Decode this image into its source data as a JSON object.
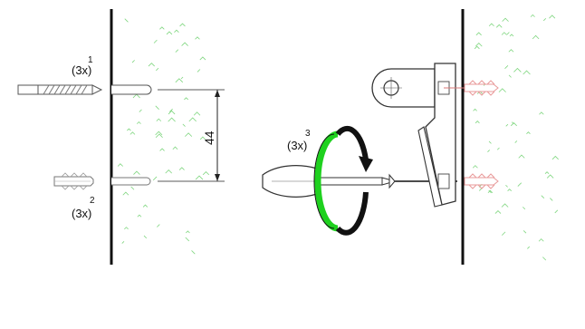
{
  "callouts": {
    "step1": {
      "number": "1",
      "qty": "(3x)"
    },
    "step2": {
      "number": "2",
      "qty": "(3x)"
    },
    "step3": {
      "number": "3",
      "qty": "(3x)"
    }
  },
  "dimension": {
    "value": "44"
  },
  "colors": {
    "line": "#111111",
    "wall_speckle": "#7fd67f",
    "screwdriver_ring": "#1fd11f",
    "anchor_pink": "#f0a0a0"
  }
}
